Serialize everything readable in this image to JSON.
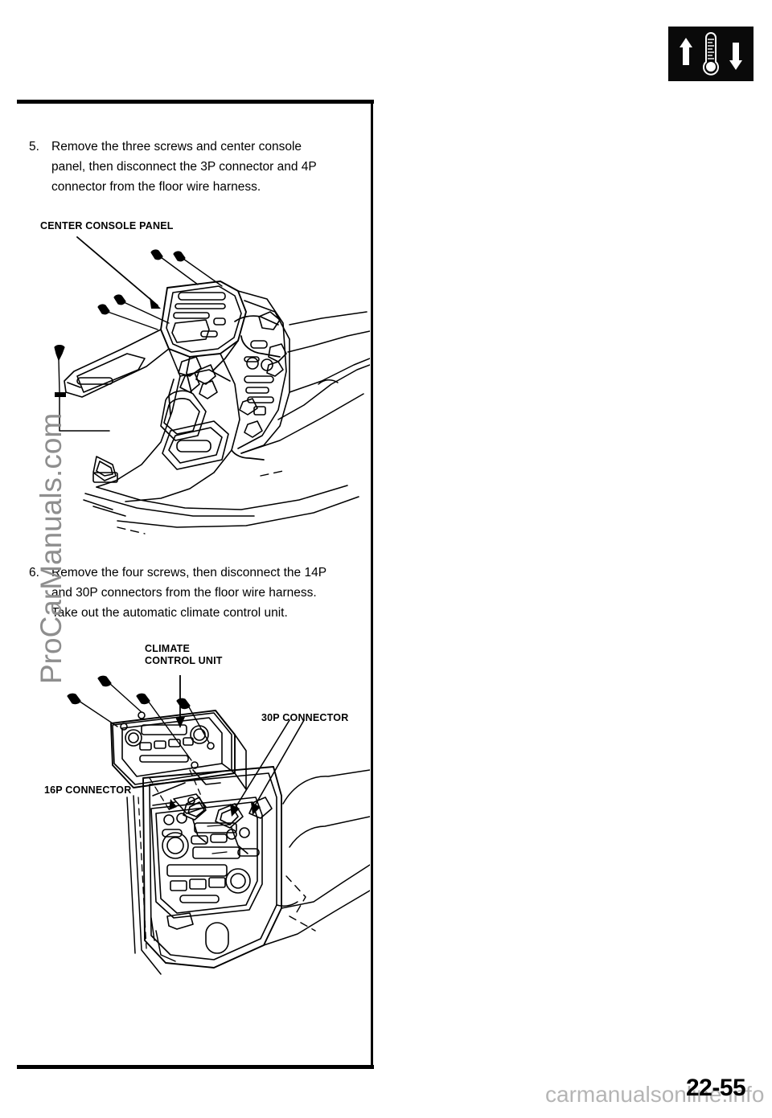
{
  "header": {
    "icon_name": "climate-control-icon",
    "icon_description": "up arrow, thermometer, down arrow",
    "icon_background": "#0a0a0a",
    "icon_foreground": "#ffffff"
  },
  "steps": [
    {
      "number": "5.",
      "lines": [
        "Remove the three screws and center console",
        "panel, then disconnect the 3P connector and 4P",
        "connector from the floor wire harness."
      ]
    },
    {
      "number": "6.",
      "lines": [
        "Remove the four screws, then disconnect the 14P",
        "and 30P connectors from the floor wire harness.",
        "Take out the automatic climate control unit."
      ]
    }
  ],
  "labels": {
    "center_console_panel": "CENTER CONSOLE PANEL",
    "climate_control_unit": "CLIMATE\nCONTROL UNIT",
    "connector_30p": "30P CONNECTOR",
    "connector_16p": "16P CONNECTOR"
  },
  "figures": {
    "console": {
      "name": "center-console-panel-diagram",
      "caption": "CENTER CONSOLE PANEL"
    },
    "climate": {
      "name": "climate-control-unit-diagram",
      "caption": "CLIMATE CONTROL UNIT"
    }
  },
  "watermarks": {
    "side": "ProCarManuals.com",
    "bottom": "carmanualsonline.info"
  },
  "page_number": "22-55"
}
